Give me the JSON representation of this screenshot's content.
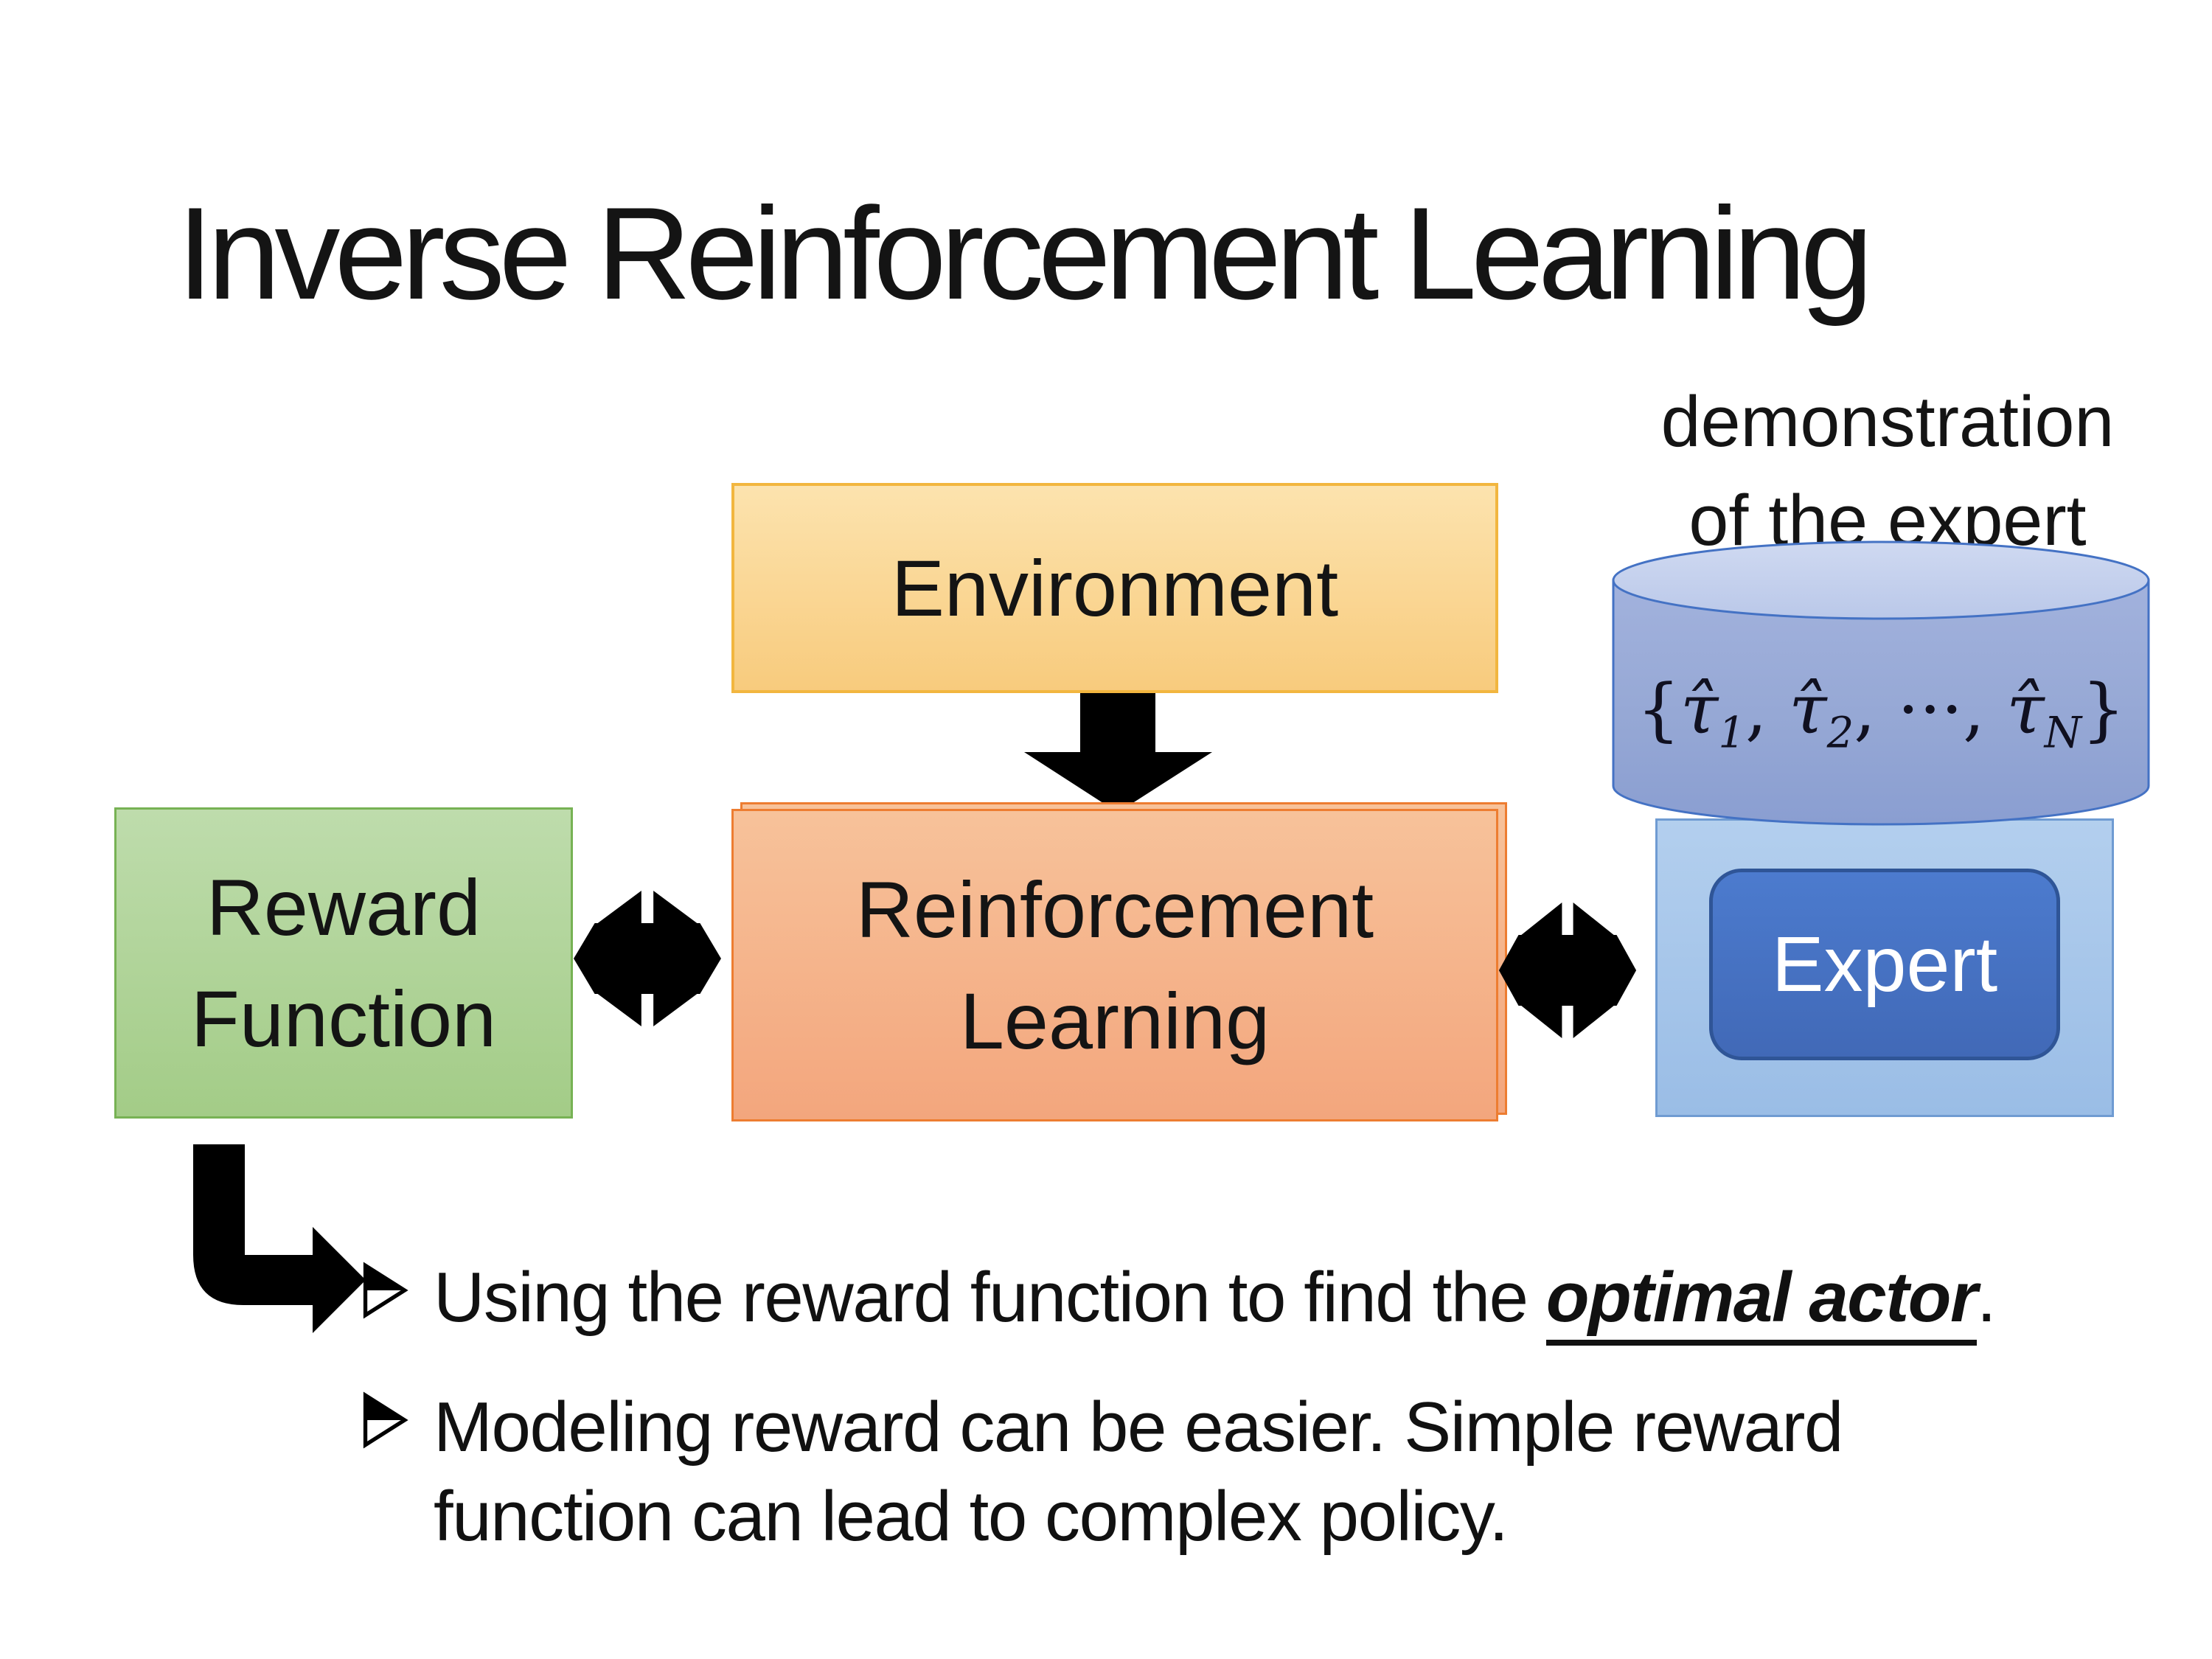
{
  "title": "Inverse Reinforcement Learning",
  "diagram": {
    "environment_label": "Environment",
    "reward_function_line1": "Reward",
    "reward_function_line2": "Function",
    "reinforcement_learning_line1": "Reinforcement",
    "reinforcement_learning_line2": "Learning",
    "expert_label": "Expert",
    "demo_caption_line1": "demonstration",
    "demo_caption_line2": "of the expert",
    "trajectories": {
      "brace_open": "{",
      "tau_hat": "τ̂",
      "sub_1": "1",
      "sep_1": ", ",
      "sub_2": "2",
      "sep_2": ", ",
      "dots": "···",
      "sep_3": ", ",
      "sub_n": "N",
      "brace_close": "}"
    }
  },
  "bullets": {
    "first_before": "Using the reward function to find the ",
    "first_emphasis": "optimal actor",
    "first_after": ".",
    "second_line1": "Modeling reward can be easier. Simple reward",
    "second_line2": "function can lead to complex policy."
  },
  "colors": {
    "environment_fill_top": "#FCE3AE",
    "environment_fill_bottom": "#F8CB7D",
    "environment_border": "#F2B63F",
    "reinforcement_fill_top": "#F7C29A",
    "reinforcement_fill_bottom": "#F3A67D",
    "reinforcement_border": "#ED7D31",
    "reward_fill_top": "#BEDCAC",
    "reward_fill_bottom": "#A3CC87",
    "reward_border": "#77B254",
    "expert_container_fill": "#9ABDE6",
    "expert_container_border": "#6F9BD2",
    "expert_fill": "#4472C4",
    "expert_border": "#2F5597",
    "expert_text": "#FFFFFF",
    "cylinder_body": "#96A8D5",
    "cylinder_top": "#CBD6EF",
    "cylinder_border": "#4472C4",
    "connector_black": "#000000"
  }
}
